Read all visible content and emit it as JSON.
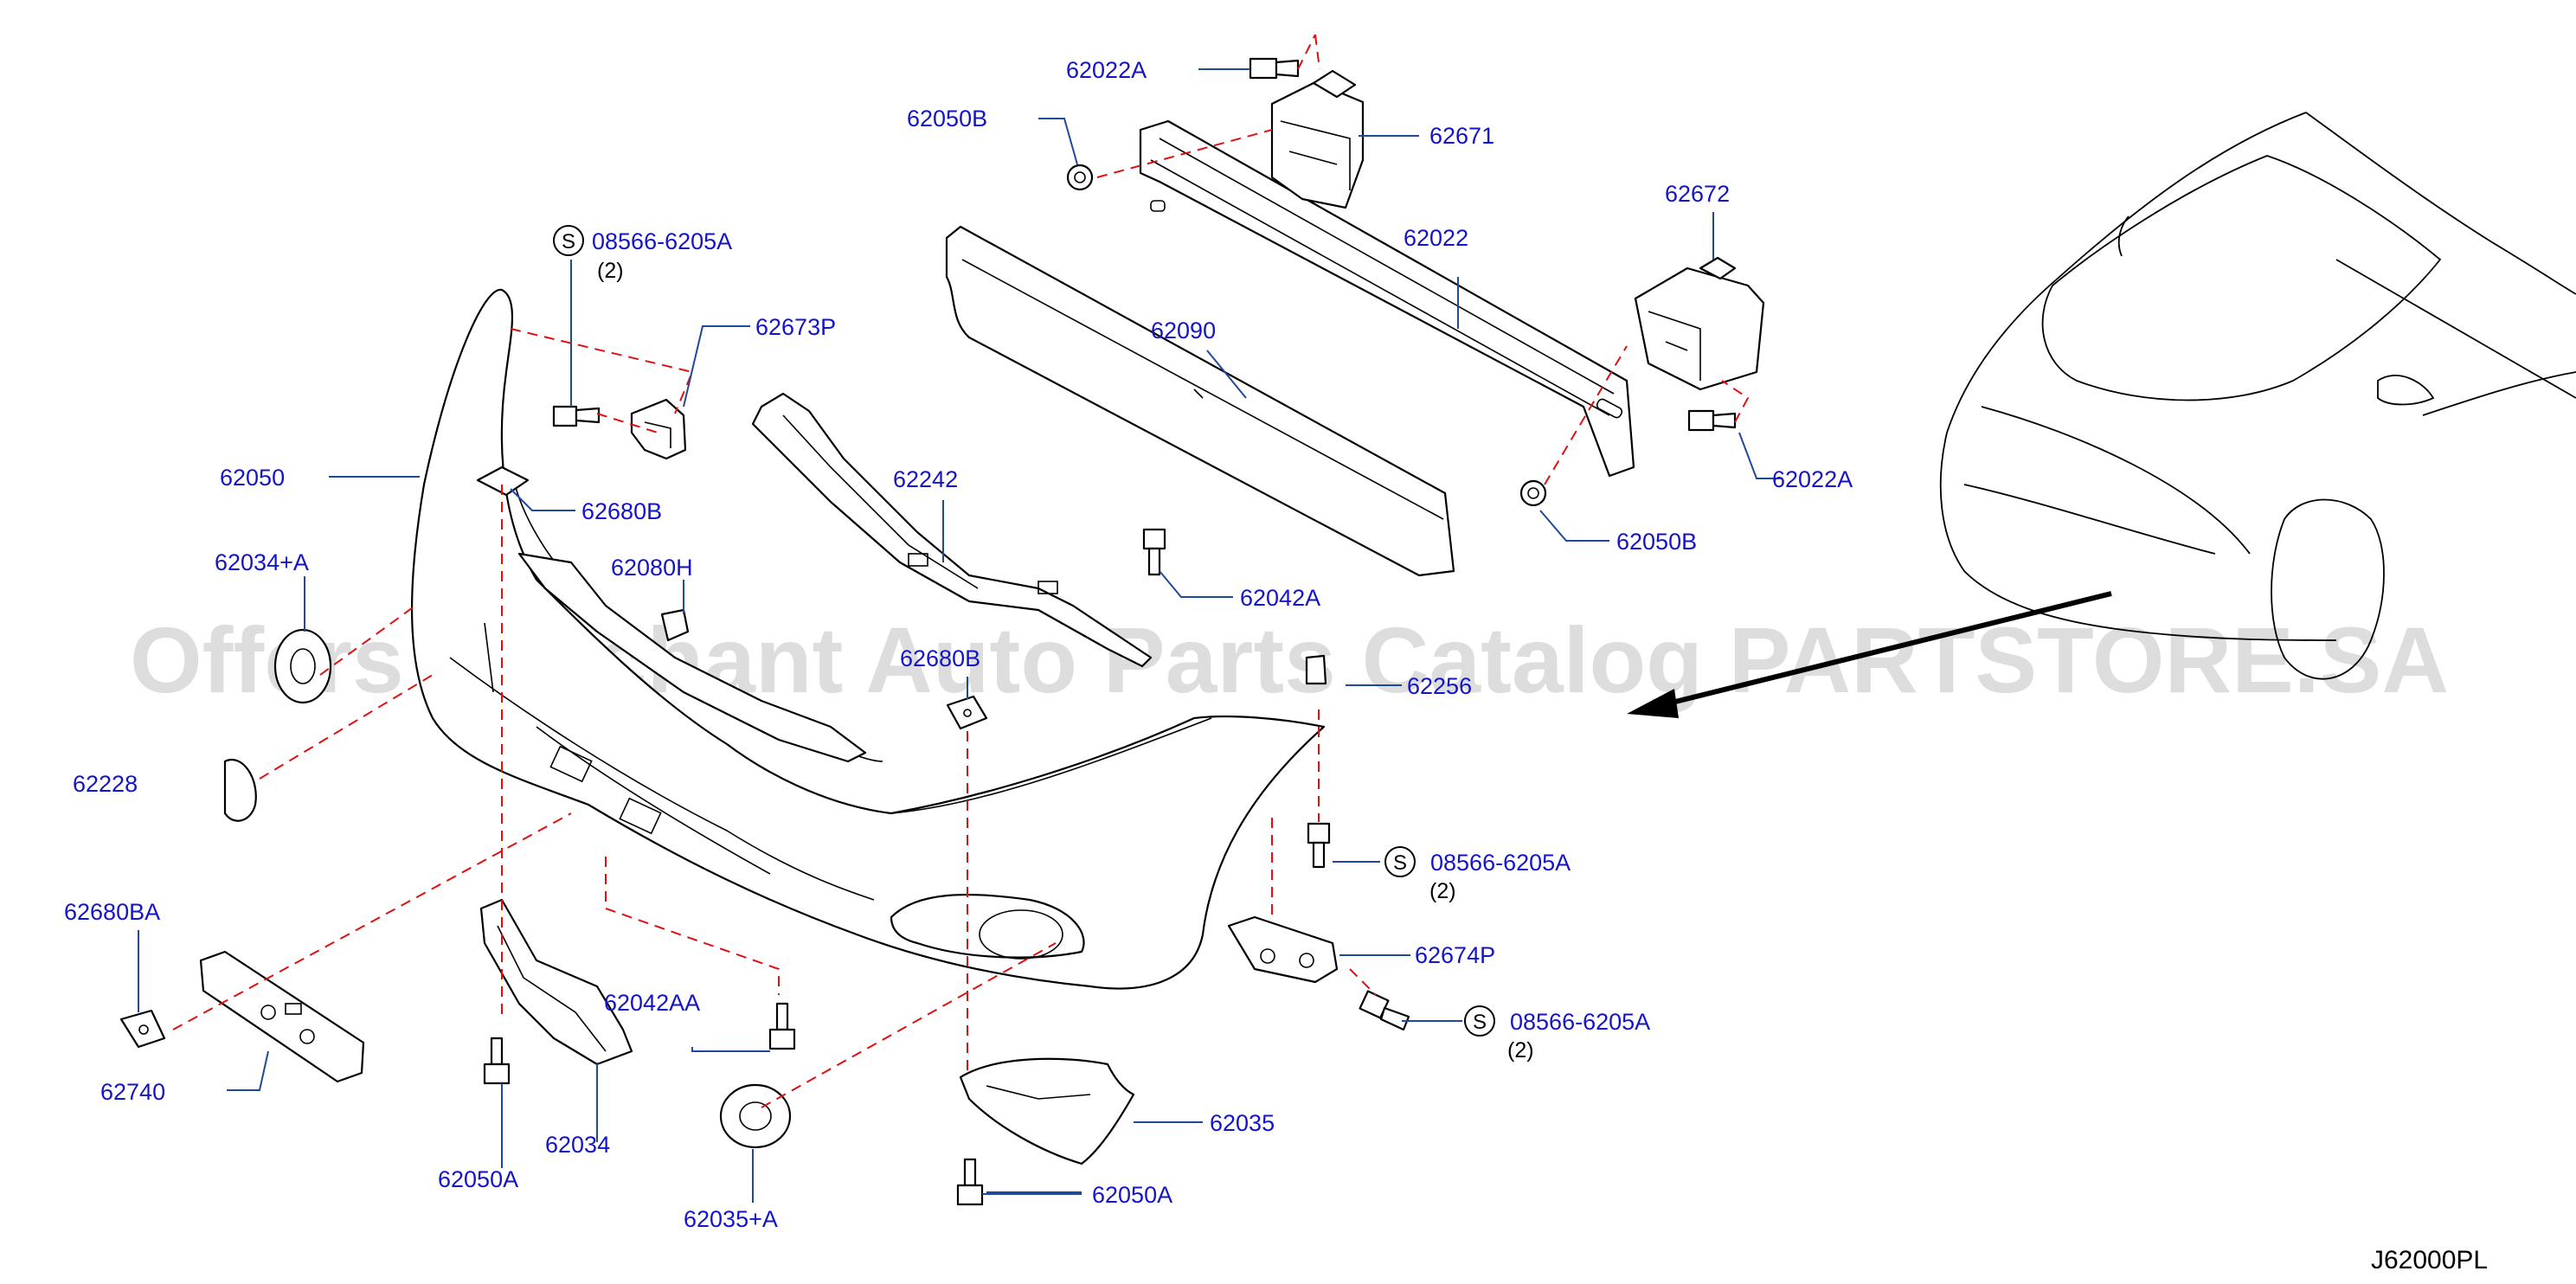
{
  "diagram": {
    "code": "J62000PL",
    "watermark": "Offers Merchant Auto Parts Catalog PARTSTORE.SA",
    "labels": {
      "p62022A_top": "62022A",
      "p62050B_top": "62050B",
      "p62671": "62671",
      "p62672": "62672",
      "p62022": "62022",
      "p62090": "62090",
      "p62022A_right": "62022A",
      "p62050B_right": "62050B",
      "p08566_top": "08566-6205A",
      "p08566_top_qty": "(2)",
      "p62673P": "62673P",
      "p62050": "62050",
      "p62680B": "62680B",
      "p62242": "62242",
      "p62080H": "62080H",
      "p62042A": "62042A",
      "p62034A": "62034+A",
      "p62680B_mid": "62680B",
      "p62256": "62256",
      "p62228": "62228",
      "p08566_mid": "08566-6205A",
      "p08566_mid_qty": "(2)",
      "p62674P": "62674P",
      "p08566_low": "08566-6205A",
      "p08566_low_qty": "(2)",
      "p62680BA": "62680BA",
      "p62042AA": "62042AA",
      "p62740": "62740",
      "p62034": "62034",
      "p62035": "62035",
      "p62050A_left": "62050A",
      "p62050A_right": "62050A",
      "p62035A": "62035+A"
    },
    "screw_mark": "S"
  }
}
